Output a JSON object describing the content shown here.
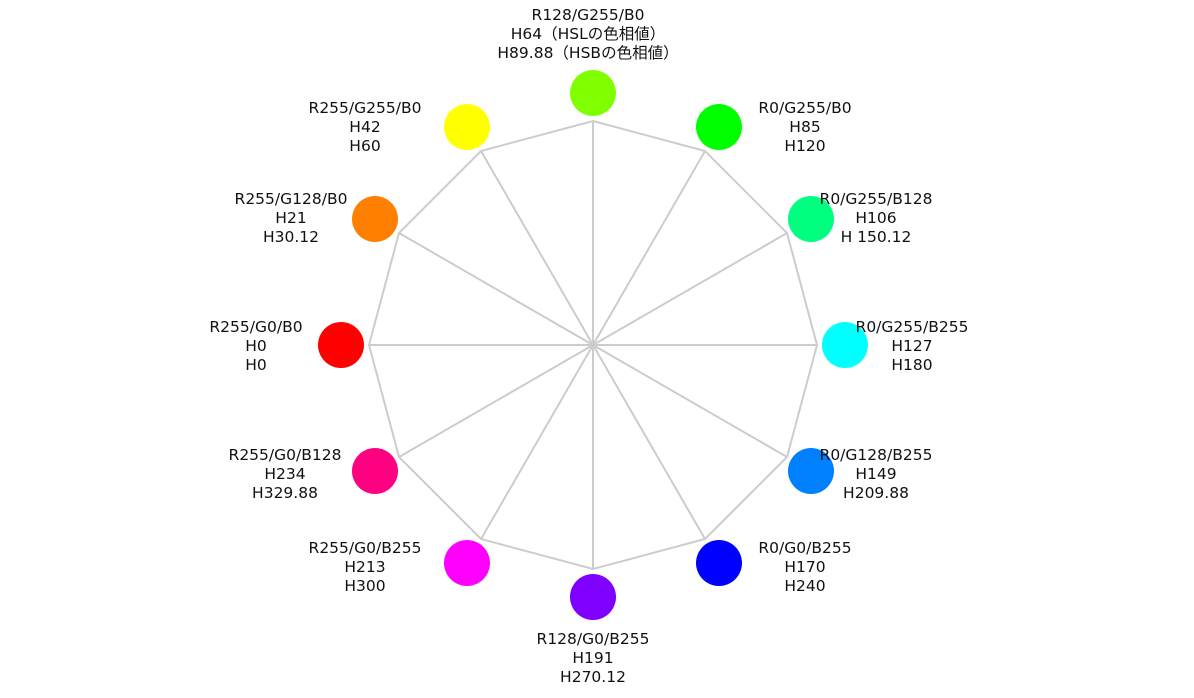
{
  "colors": [
    {
      "id": "r128-g255-b0",
      "swatch": "#80ff00",
      "rgb": "R128/G255/B0",
      "hsl": "H64（HSLの色相値）",
      "hsb": "H89.88（HSBの色相値）"
    },
    {
      "id": "r0-g255-b0",
      "swatch": "#00ff00",
      "rgb": "R0/G255/B0",
      "hsl": "H85",
      "hsb": "H120"
    },
    {
      "id": "r0-g255-b128",
      "swatch": "#00ff80",
      "rgb": "R0/G255/B128",
      "hsl": "H106",
      "hsb": "H 150.12"
    },
    {
      "id": "r0-g255-b255",
      "swatch": "#00ffff",
      "rgb": "R0/G255/B255",
      "hsl": "H127",
      "hsb": "H180"
    },
    {
      "id": "r0-g128-b255",
      "swatch": "#0080ff",
      "rgb": "R0/G128/B255",
      "hsl": "H149",
      "hsb": "H209.88"
    },
    {
      "id": "r0-g0-b255",
      "swatch": "#0000ff",
      "rgb": "R0/G0/B255",
      "hsl": "H170",
      "hsb": "H240"
    },
    {
      "id": "r128-g0-b255",
      "swatch": "#8000ff",
      "rgb": "R128/G0/B255",
      "hsl": "H191",
      "hsb": "H270.12"
    },
    {
      "id": "r255-g0-b255",
      "swatch": "#ff00ff",
      "rgb": "R255/G0/B255",
      "hsl": "H213",
      "hsb": "H300"
    },
    {
      "id": "r255-g0-b128",
      "swatch": "#ff0080",
      "rgb": "R255/G0/B128",
      "hsl": "H234",
      "hsb": "H329.88"
    },
    {
      "id": "r255-g0-b0",
      "swatch": "#ff0000",
      "rgb": "R255/G0/B0",
      "hsl": "H0",
      "hsb": "H0"
    },
    {
      "id": "r255-g128-b0",
      "swatch": "#ff8000",
      "rgb": "R255/G128/B0",
      "hsl": "H21",
      "hsb": "H30.12"
    },
    {
      "id": "r255-g255-b0",
      "swatch": "#ffff00",
      "rgb": "R255/G255/B0",
      "hsl": "H42",
      "hsb": "H60"
    }
  ],
  "line_color": "#cccccc"
}
